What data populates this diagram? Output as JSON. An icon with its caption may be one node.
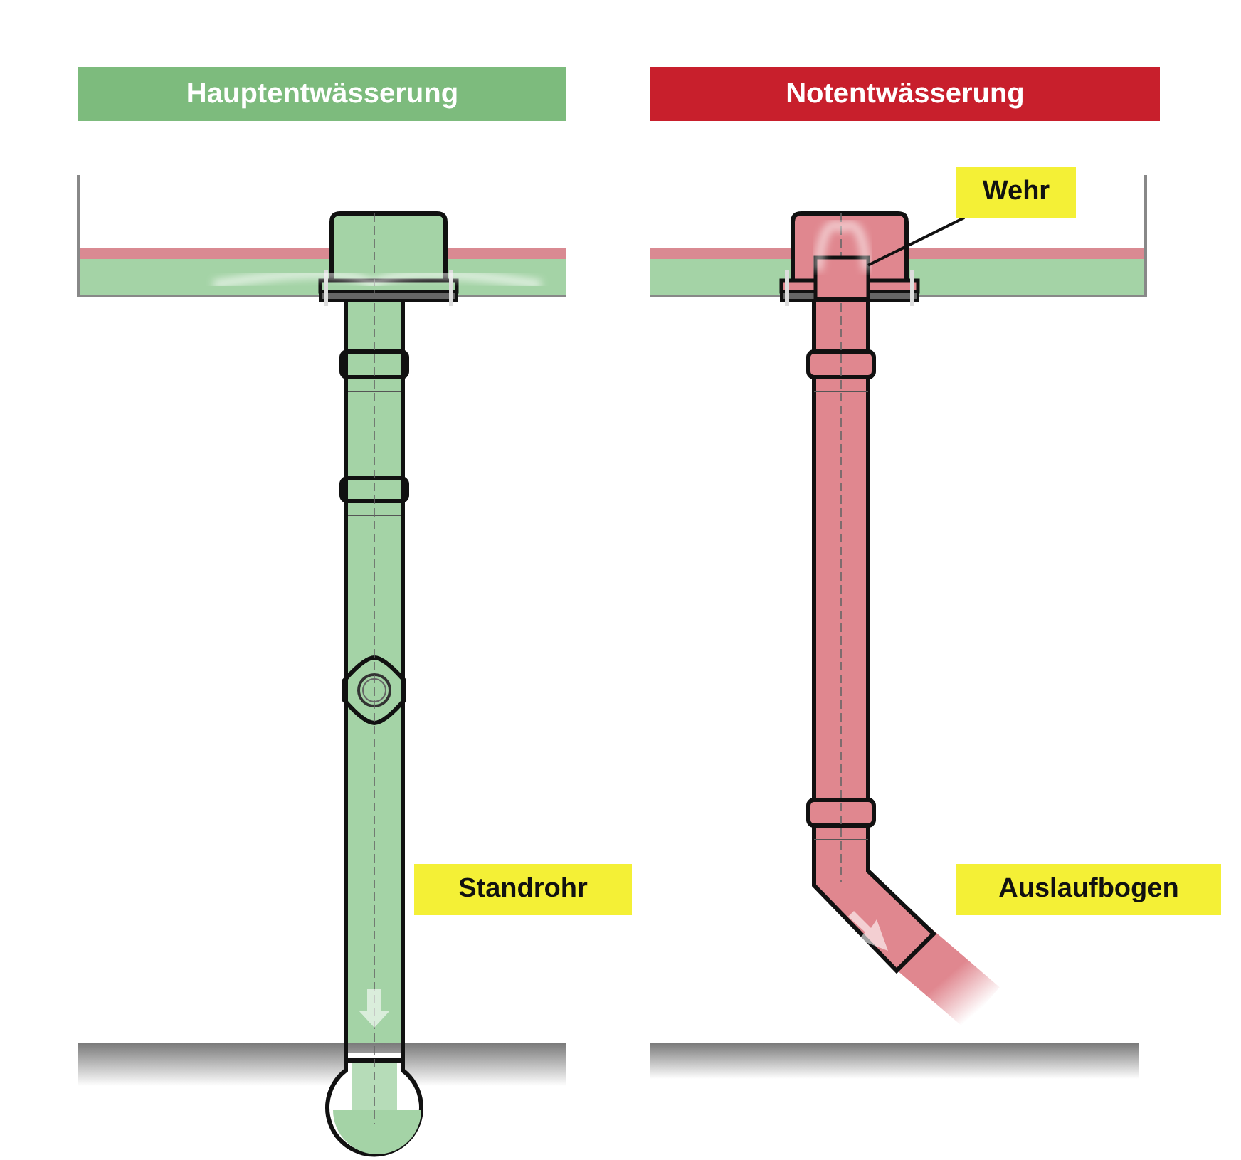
{
  "diagram": {
    "nodes": [
      {
        "text": [
          "Hauptentwässerung"
        ]
      },
      {
        "text": [
          "Notentwässerung"
        ]
      },
      {
        "text": [
          "Wehr"
        ]
      },
      {
        "text": [
          "Standrohr"
        ]
      },
      {
        "text": [
          "Auslaufbogen"
        ]
      },
      {
        "text": [],
        "shape": "box"
      }
    ],
    "edges": [
      {
        "from": 2,
        "to": 5,
        "arrow": "none"
      }
    ]
  }
}
